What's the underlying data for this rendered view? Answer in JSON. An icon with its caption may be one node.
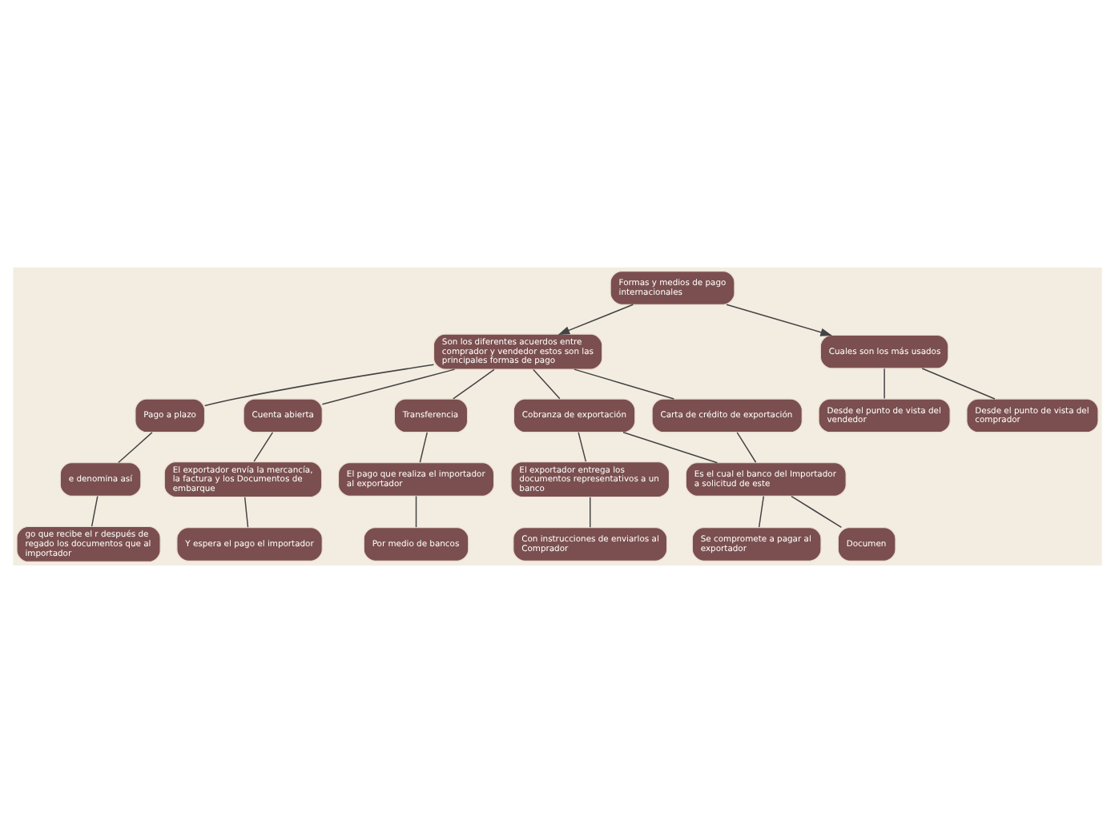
{
  "diagram": {
    "nodes": [
      {
        "text": [
          "Formas y medios de pago internacionales"
        ]
      },
      {
        "text": [
          "Son los diferentes acuerdos entre comprador y vendedor estos son las principales formas de pago"
        ]
      },
      {
        "text": [
          "Cuales son los más usados"
        ]
      },
      {
        "text": [
          "Desde el punto de vista del vendedor"
        ]
      },
      {
        "text": [
          "Desde el punto de vista del comprador"
        ]
      },
      {
        "text": [
          "Pago a plazo"
        ]
      },
      {
        "text": [
          "Cuenta abierta"
        ]
      },
      {
        "text": [
          "Transferencia"
        ]
      },
      {
        "text": [
          "Cobranza de exportación"
        ]
      },
      {
        "text": [
          "Carta de crédito de exportación"
        ]
      },
      {
        "text": [
          "e denomina así"
        ]
      },
      {
        "text": [
          "El exportador envía la mercancía, la factura y los Documentos de embarque"
        ]
      },
      {
        "text": [
          "El pago que realiza el importador al exportador"
        ]
      },
      {
        "text": [
          "El exportador entrega los documentos representativos a un banco"
        ]
      },
      {
        "text": [
          "Es el cual el banco del Importador a solicitud de este"
        ]
      },
      {
        "text": [
          "go que recibe el r después de regado los documentos que al importador"
        ]
      },
      {
        "text": [
          "Y espera el pago el importador"
        ]
      },
      {
        "text": [
          "Por medio de bancos"
        ]
      },
      {
        "text": [
          "Con instrucciones de enviarlos al Comprador"
        ]
      },
      {
        "text": [
          "Se compromete a pagar al exportador"
        ]
      },
      {
        "text": [
          "Documen"
        ]
      }
    ],
    "edges": [
      {
        "from": 0,
        "to": 1,
        "arrow": "to"
      },
      {
        "from": 0,
        "to": 2,
        "arrow": "to"
      },
      {
        "from": 2,
        "to": 3,
        "arrow": "none"
      },
      {
        "from": 2,
        "to": 4,
        "arrow": "none"
      },
      {
        "from": 1,
        "to": 5,
        "arrow": "none"
      },
      {
        "from": 1,
        "to": 6,
        "arrow": "none"
      },
      {
        "from": 1,
        "to": 7,
        "arrow": "none"
      },
      {
        "from": 1,
        "to": 8,
        "arrow": "none"
      },
      {
        "from": 1,
        "to": 9,
        "arrow": "none"
      },
      {
        "from": 5,
        "to": 10,
        "arrow": "none"
      },
      {
        "from": 10,
        "to": 15,
        "arrow": "none"
      },
      {
        "from": 6,
        "to": 11,
        "arrow": "none"
      },
      {
        "from": 11,
        "to": 16,
        "arrow": "none"
      },
      {
        "from": 7,
        "to": 12,
        "arrow": "none"
      },
      {
        "from": 12,
        "to": 17,
        "arrow": "none"
      },
      {
        "from": 8,
        "to": 13,
        "arrow": "none"
      },
      {
        "from": 13,
        "to": 18,
        "arrow": "none"
      },
      {
        "from": 8,
        "to": 14,
        "arrow": "none"
      },
      {
        "from": 9,
        "to": 14,
        "arrow": "none"
      },
      {
        "from": 14,
        "to": 19,
        "arrow": "none"
      },
      {
        "from": 14,
        "to": 20,
        "arrow": "none"
      }
    ]
  }
}
